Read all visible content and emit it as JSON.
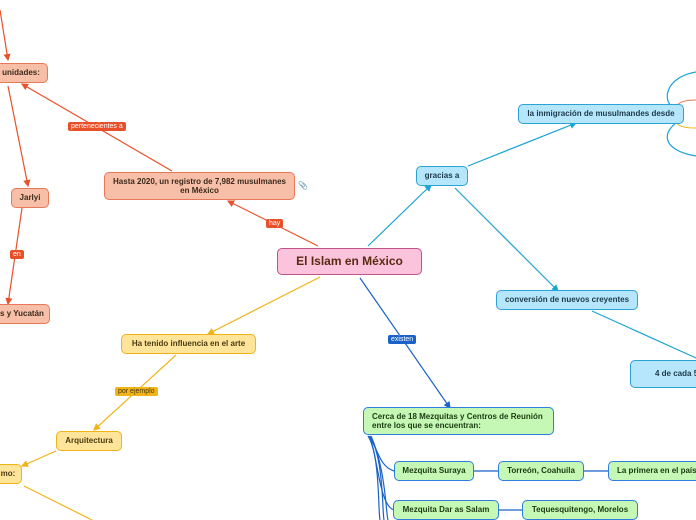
{
  "center": {
    "label": "El Islam en México"
  },
  "nodes": {
    "comunidades": "unidades:",
    "registro": "Hasta 2020, un registro de 7,982 musulmanes en México",
    "jarlyi": "Jarlyi",
    "yucatan": "s y Yucatán",
    "gracias": "gracias a",
    "inmigracion": "la inmigración de musulmandes desde",
    "conversion": "conversión de nuevos creyentes",
    "cuatro": "4 de cada 5",
    "influencia": "Ha tenido influencia en el arte",
    "arquitectura": "Arquitectura",
    "como": "mo:",
    "mezquitas": "Cerca de 18 Mezquitas y Centros de Reunión entre los que se encuentran:",
    "suraya": "Mezquita Suraya",
    "torreon": "Torreón, Coahuila",
    "primera": "La primera en el país",
    "darassalam": "Mezquita Dar as Salam",
    "tequesquitengo": "Tequesquitengo, Morelos"
  },
  "tags": {
    "pertenecientes": "pertenecientes a",
    "hay": "hay",
    "en": "en",
    "existen": "existen",
    "porejemplo": "por ejemplo"
  },
  "colors": {
    "orange": "#e8502a",
    "blue": "#1aa3d6",
    "darkblue": "#1a62c8",
    "yellow": "#f0b418"
  }
}
